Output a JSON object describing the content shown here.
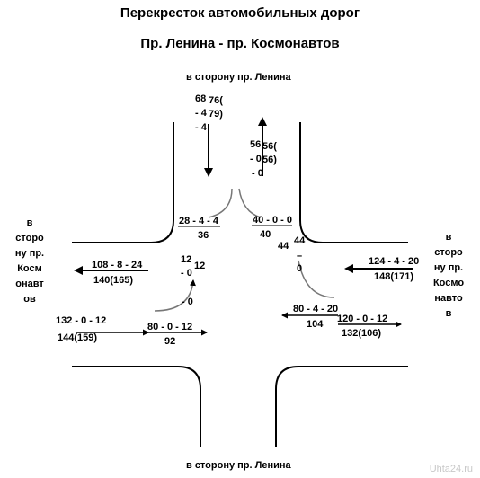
{
  "title_line1": "Перекресток автомобильных дорог",
  "title_line2": "Пр. Ленина - пр. Космонавтов",
  "dir_top": "в сторону пр. Ленина",
  "dir_bottom": "в сторону пр. Ленина",
  "dir_left": "в\nсторо\nну пр.\nКосм\nонавт\nов",
  "dir_right": "в\nсторо\nну пр.\nКосмо\nнавто\nв",
  "north": {
    "in_a": "68",
    "in_b": "- 4",
    "in_c": "- 4",
    "in_d": "76(",
    "in_e": "79)",
    "out_a": "56",
    "out_b": "- 0",
    "out_c": "- 0",
    "out_d": "56(",
    "out_e": "56)",
    "right_turn": "28 - 4 - 4",
    "right_total": "36",
    "left_turn": "40 - 0 - 0",
    "left_total": "40"
  },
  "west": {
    "in_counts": "108 - 8 - 24",
    "in_total": "140(165)",
    "out_counts": "132 - 0 - 12",
    "out_total": "144(159)"
  },
  "east": {
    "in_counts": "124 - 4 - 20",
    "in_total": "148(171)",
    "out_counts": "120 - 0 - 12",
    "out_total": "132(106)"
  },
  "center": {
    "wl_a": "12",
    "wl_b": "- 0",
    "wl_c": "- 0",
    "wl_d": "12",
    "el_a": "44",
    "el_b": "–",
    "el_c": "0",
    "el_d": "44"
  },
  "south": {
    "left_counts": "80 - 0 - 12",
    "left_total": "92",
    "right_counts": "80 - 4 - 20",
    "right_total": "104"
  },
  "watermark": "Uhta24.ru"
}
